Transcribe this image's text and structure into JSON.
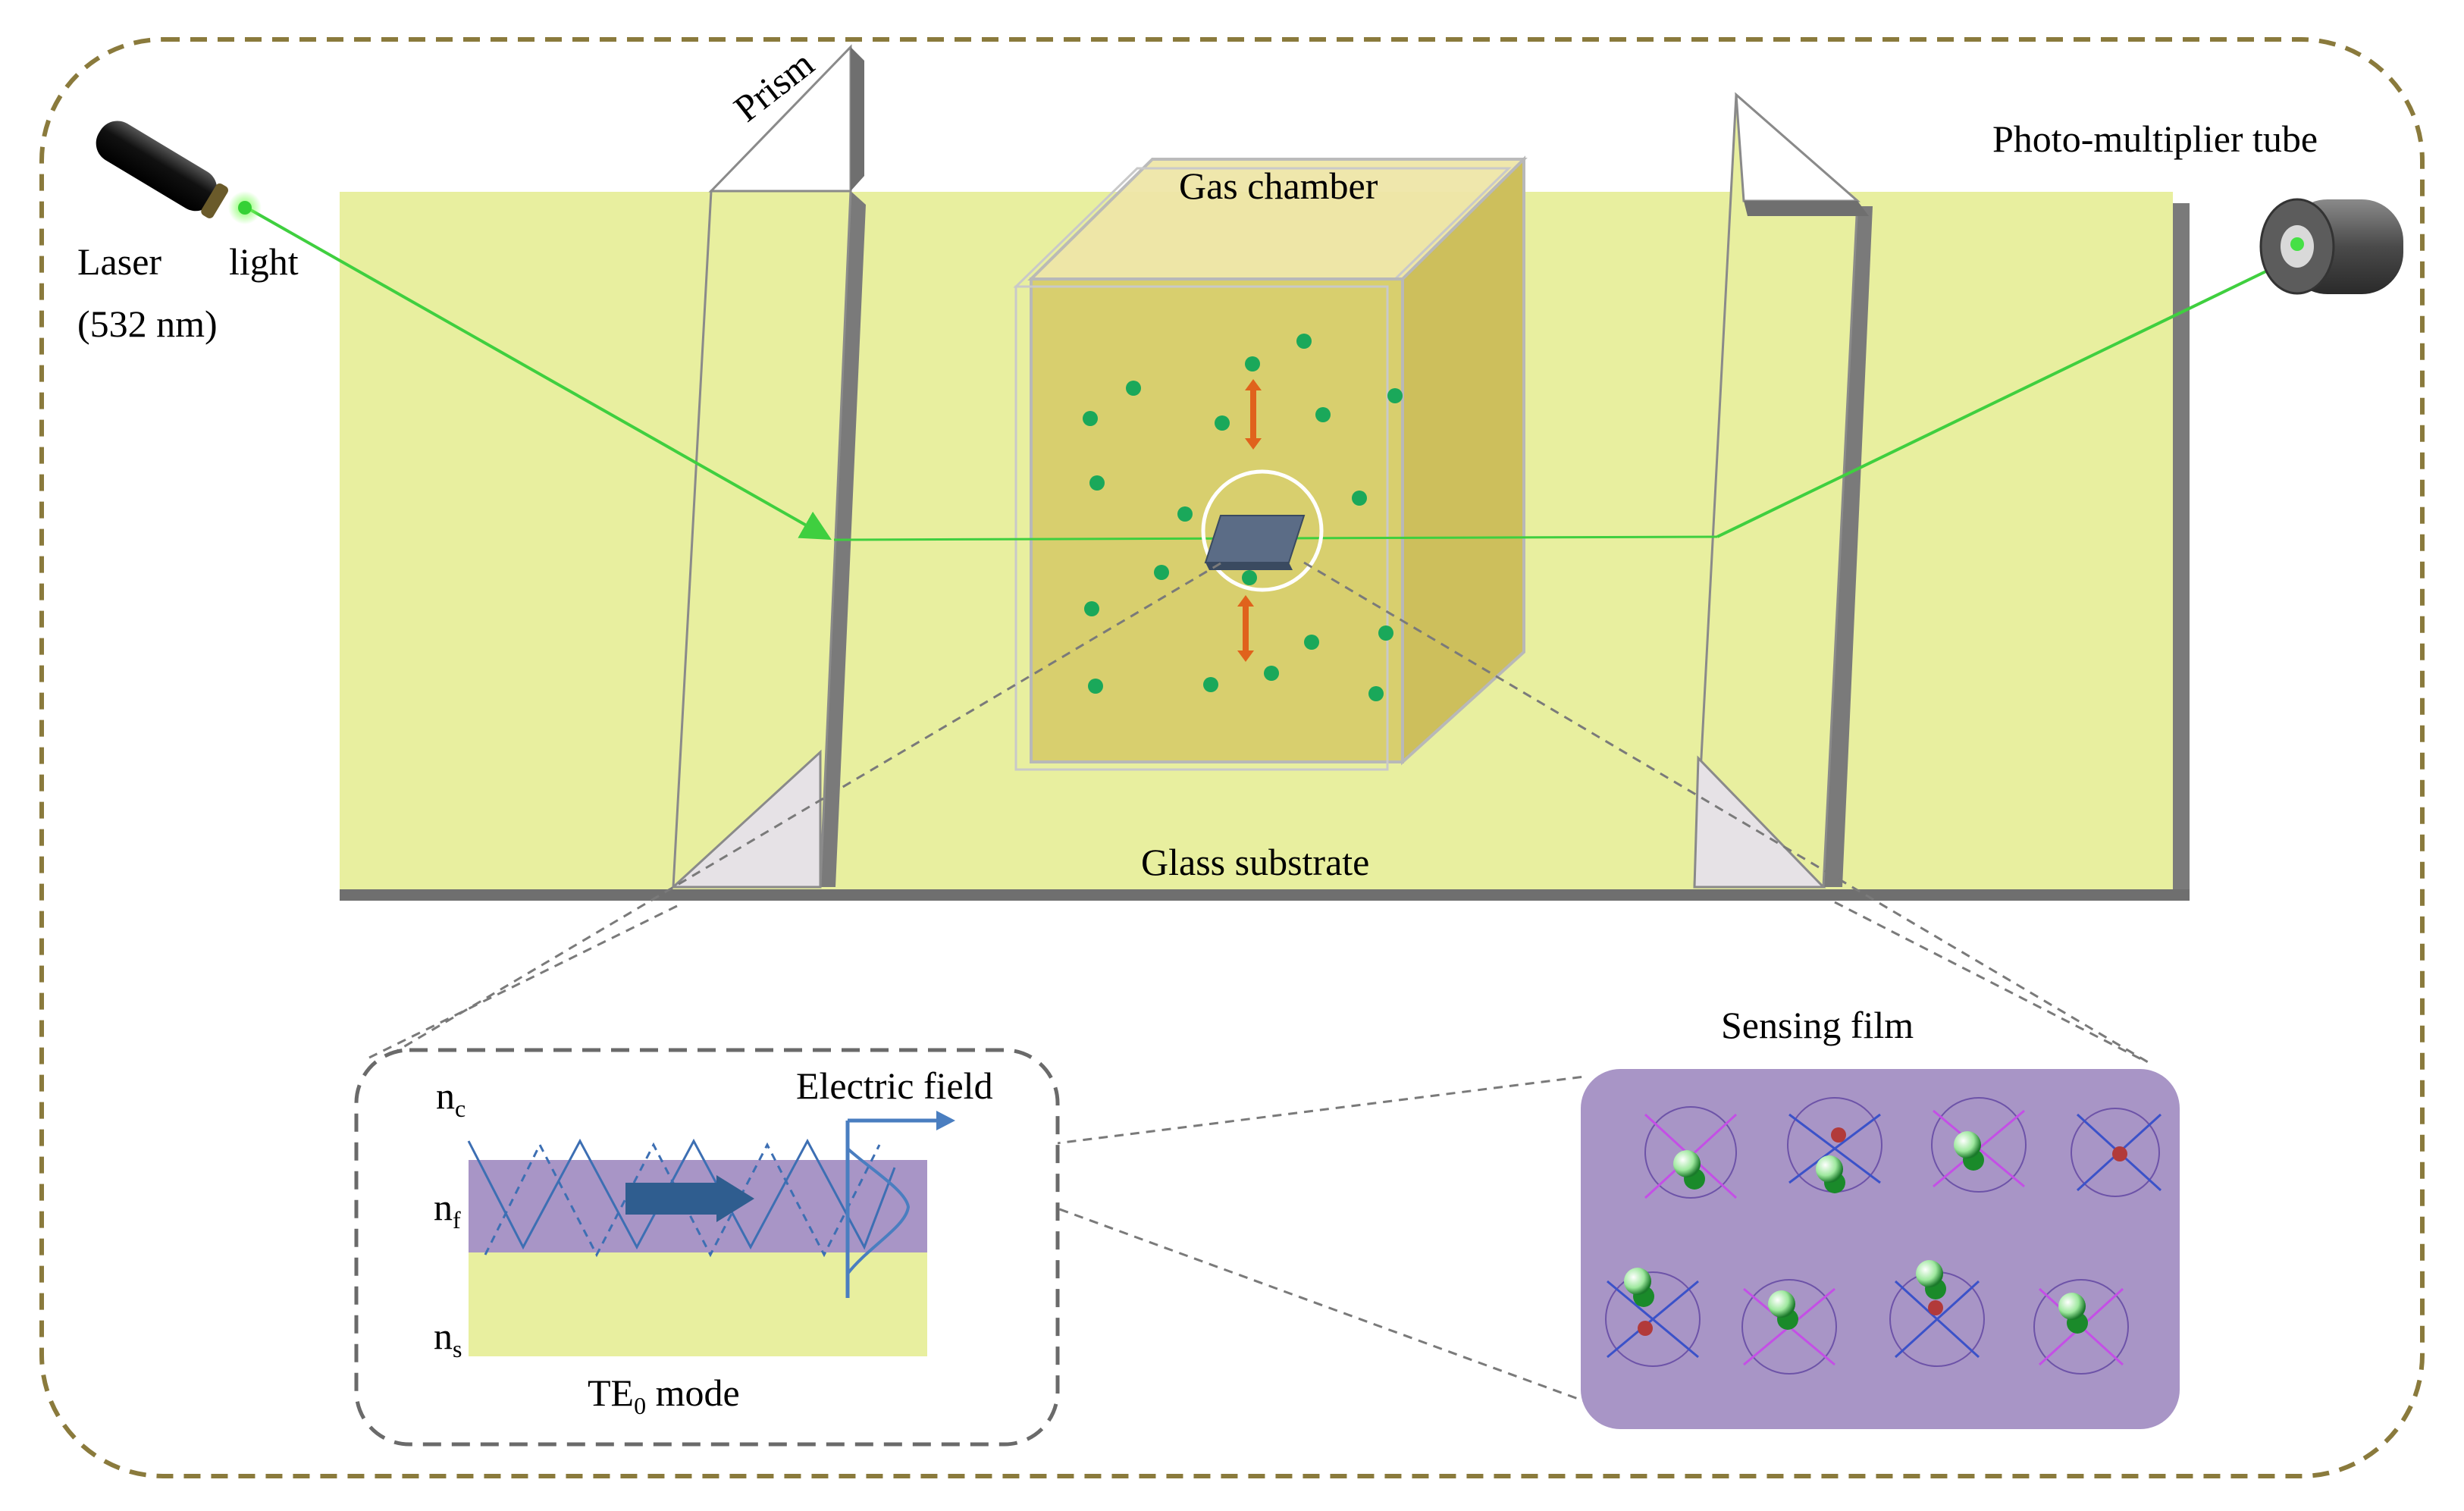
{
  "labels": {
    "prism": "Prism",
    "laser_line1": "Laser",
    "laser_line1b": "light",
    "laser_line2": "(532 nm)",
    "gas_chamber": "Gas chamber",
    "pmt": "Photo-multiplier tube",
    "glass_substrate": "Glass substrate",
    "sensing_film": "Sensing film",
    "electric_field": "Electric field",
    "nc_main": "n",
    "nc_sub": "c",
    "nf_main": "n",
    "nf_sub": "f",
    "ns_main": "n",
    "ns_sub": "s",
    "te_main": "TE",
    "te_sub": "0",
    "te_rest": " mode"
  },
  "colors": {
    "substrate": "#e8ef9f",
    "laser_beam": "#3fcf3f",
    "gas_chamber": "#d8cf6e",
    "gas_molecule": "#1aa85a",
    "arrow_orange": "#e0621c",
    "film_purple": "#a895c6",
    "border_dash": "#8a7a3c",
    "field_blue": "#4a7ec0",
    "mode_arrow": "#2f5d8f"
  }
}
